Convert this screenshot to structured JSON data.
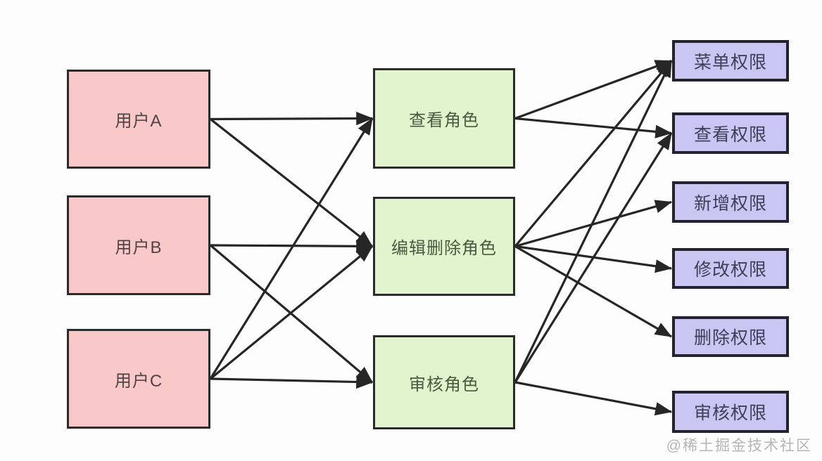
{
  "diagram": {
    "nodes": {
      "userA": {
        "label": "用户A",
        "type": "user"
      },
      "userB": {
        "label": "用户B",
        "type": "user"
      },
      "userC": {
        "label": "用户C",
        "type": "user"
      },
      "roleView": {
        "label": "查看角色",
        "type": "role"
      },
      "roleEdit": {
        "label": "编辑删除角色",
        "type": "role"
      },
      "roleAudit": {
        "label": "审核角色",
        "type": "role"
      },
      "permMenu": {
        "label": "菜单权限",
        "type": "permission"
      },
      "permView": {
        "label": "查看权限",
        "type": "permission"
      },
      "permAdd": {
        "label": "新增权限",
        "type": "permission"
      },
      "permModify": {
        "label": "修改权限",
        "type": "permission"
      },
      "permDelete": {
        "label": "删除权限",
        "type": "permission"
      },
      "permAudit": {
        "label": "审核权限",
        "type": "permission"
      }
    },
    "edges": [
      {
        "from": "userA",
        "to": "roleView"
      },
      {
        "from": "userA",
        "to": "roleEdit"
      },
      {
        "from": "userB",
        "to": "roleEdit"
      },
      {
        "from": "userB",
        "to": "roleAudit"
      },
      {
        "from": "userC",
        "to": "roleView"
      },
      {
        "from": "userC",
        "to": "roleEdit"
      },
      {
        "from": "userC",
        "to": "roleAudit"
      },
      {
        "from": "roleView",
        "to": "permMenu"
      },
      {
        "from": "roleView",
        "to": "permView"
      },
      {
        "from": "roleEdit",
        "to": "permMenu"
      },
      {
        "from": "roleEdit",
        "to": "permAdd"
      },
      {
        "from": "roleEdit",
        "to": "permModify"
      },
      {
        "from": "roleEdit",
        "to": "permDelete"
      },
      {
        "from": "roleAudit",
        "to": "permMenu"
      },
      {
        "from": "roleAudit",
        "to": "permView"
      },
      {
        "from": "roleAudit",
        "to": "permAudit"
      }
    ]
  },
  "watermark": "@稀土掘金技术社区",
  "colors": {
    "background": "#fdfdfd",
    "user-fill": "#f9c9ca",
    "user-border": "#2b2b2b",
    "user-text": "#514345",
    "role-fill": "#e2f4cd",
    "role-border": "#2b2b2b",
    "role-text": "#4a5940",
    "perm-fill": "#c9c6f3",
    "perm-border": "#23232f",
    "perm-text": "#3e3e57",
    "arrow": "#262626",
    "watermark-text": "#b5b5b5"
  }
}
